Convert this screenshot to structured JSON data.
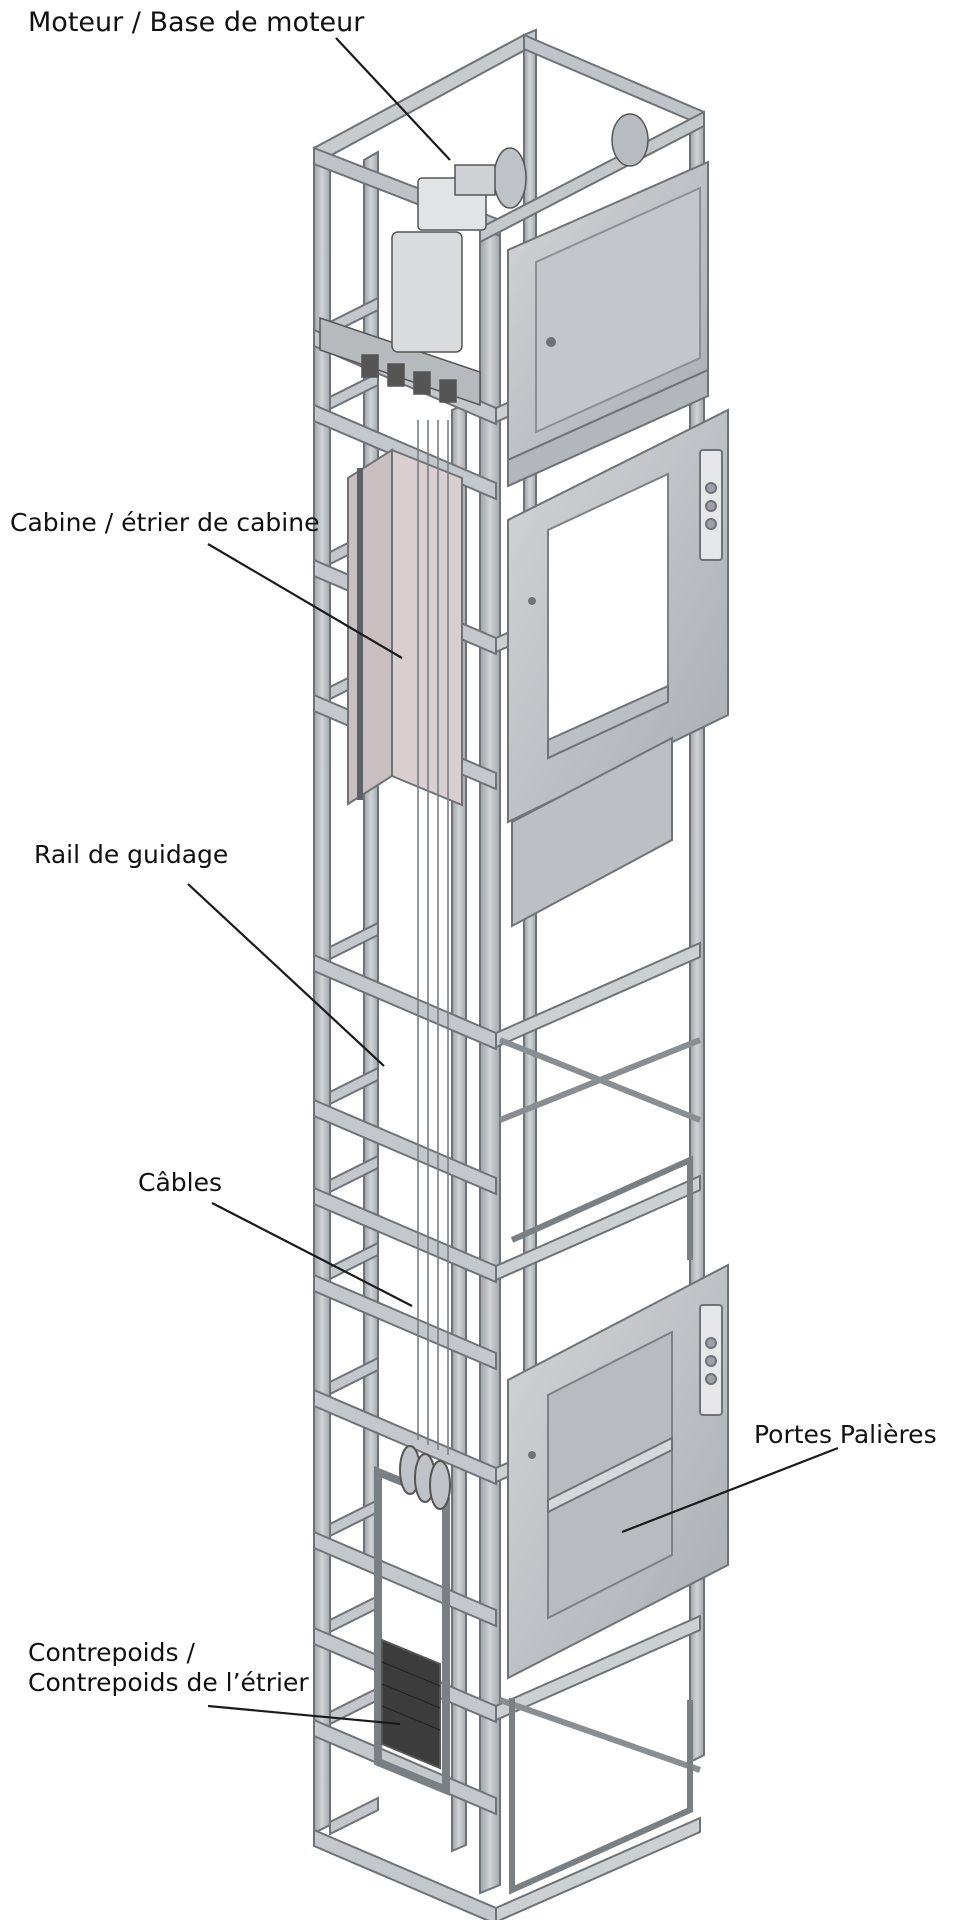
{
  "labels": {
    "motor": "Moteur / Base de moteur",
    "cabin": "Cabine / étrier de cabine",
    "guide_rail": "Rail de guidage",
    "cables": "Câbles",
    "landing_doors": "Portes Palières",
    "counterweight_line1": "Contrepoids /",
    "counterweight_line2": "Contrepoids de l’étrier"
  },
  "colors": {
    "frame": "#b9bcc0",
    "frame_edge": "#6e7378",
    "panel": "#c4c7cb",
    "panel_dark": "#9fa3a8",
    "cabin": "#d9cfd0",
    "weight": "#3c3c3c",
    "leader": "#1a1a1a"
  }
}
